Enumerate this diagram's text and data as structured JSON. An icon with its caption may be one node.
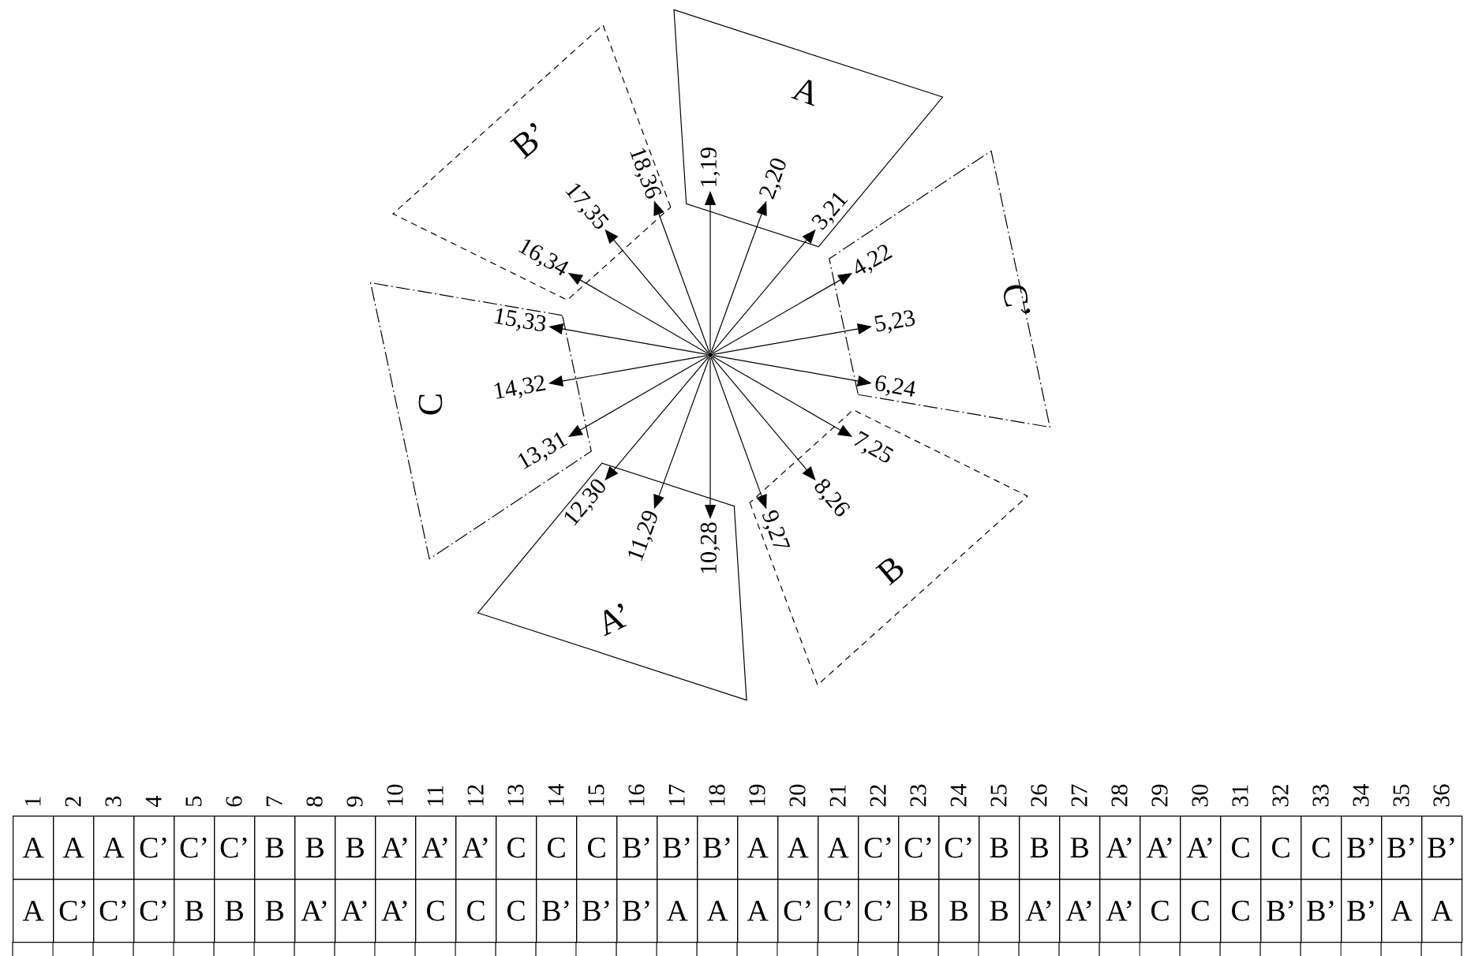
{
  "diagram": {
    "nodes": [
      {
        "text": [],
        "shape": "circle"
      },
      {
        "text": [
          "1,19"
        ],
        "in": 19
      },
      {
        "text": [
          "2,20"
        ],
        "in": 19
      },
      {
        "text": [
          "3,21"
        ],
        "in": 19
      },
      {
        "text": [
          "4,22"
        ],
        "in": 20
      },
      {
        "text": [
          "5,23"
        ],
        "in": 20
      },
      {
        "text": [
          "6,24"
        ],
        "in": 20
      },
      {
        "text": [
          "7,25"
        ],
        "in": 21
      },
      {
        "text": [
          "8,26"
        ],
        "in": 21
      },
      {
        "text": [
          "9,27"
        ],
        "in": 21
      },
      {
        "text": [
          "10,28"
        ],
        "in": 22
      },
      {
        "text": [
          "11,29"
        ],
        "in": 22
      },
      {
        "text": [
          "12,30"
        ],
        "in": 22
      },
      {
        "text": [
          "13,31"
        ],
        "in": 23
      },
      {
        "text": [
          "14,32"
        ],
        "in": 23
      },
      {
        "text": [
          "15,33"
        ],
        "in": 23
      },
      {
        "text": [
          "16,34"
        ],
        "in": 24
      },
      {
        "text": [
          "17,35"
        ],
        "in": 24
      },
      {
        "text": [
          "18,36"
        ],
        "in": 24
      },
      {
        "text": [
          "A"
        ]
      },
      {
        "text": [
          "C’"
        ]
      },
      {
        "text": [
          "B"
        ]
      },
      {
        "text": [
          "A’"
        ]
      },
      {
        "text": [
          "C"
        ]
      },
      {
        "text": [
          "B’"
        ]
      }
    ],
    "edges": [
      {
        "from": 0,
        "to": 1,
        "arrow": "to"
      },
      {
        "from": 0,
        "to": 2,
        "arrow": "to"
      },
      {
        "from": 0,
        "to": 3,
        "arrow": "to"
      },
      {
        "from": 0,
        "to": 4,
        "arrow": "to"
      },
      {
        "from": 0,
        "to": 5,
        "arrow": "to"
      },
      {
        "from": 0,
        "to": 6,
        "arrow": "to"
      },
      {
        "from": 0,
        "to": 7,
        "arrow": "to"
      },
      {
        "from": 0,
        "to": 8,
        "arrow": "to"
      },
      {
        "from": 0,
        "to": 9,
        "arrow": "to"
      },
      {
        "from": 0,
        "to": 10,
        "arrow": "to"
      },
      {
        "from": 0,
        "to": 11,
        "arrow": "to"
      },
      {
        "from": 0,
        "to": 12,
        "arrow": "to"
      },
      {
        "from": 0,
        "to": 13,
        "arrow": "to"
      },
      {
        "from": 0,
        "to": 14,
        "arrow": "to"
      },
      {
        "from": 0,
        "to": 15,
        "arrow": "to"
      },
      {
        "from": 0,
        "to": 16,
        "arrow": "to"
      },
      {
        "from": 0,
        "to": 17,
        "arrow": "to"
      },
      {
        "from": 0,
        "to": 18,
        "arrow": "to"
      }
    ],
    "labels": [
      "1",
      "2",
      "3",
      "4",
      "5",
      "6",
      "7",
      "8",
      "9",
      "10",
      "11",
      "12",
      "13",
      "14",
      "15",
      "16",
      "17",
      "18",
      "19",
      "20",
      "21",
      "22",
      "23",
      "24",
      "25",
      "26",
      "27",
      "28",
      "29",
      "30",
      "31",
      "32",
      "33",
      "34",
      "35",
      "36",
      "A",
      "A",
      "A",
      "C’",
      "C’",
      "C’",
      "B",
      "B",
      "B",
      "A’",
      "A’",
      "A’",
      "C",
      "C",
      "C",
      "B’",
      "B’",
      "B’",
      "A",
      "A",
      "A",
      "C’",
      "C’",
      "C’",
      "B",
      "B",
      "B",
      "A’",
      "A’",
      "A’",
      "C",
      "C",
      "C",
      "B’",
      "B’",
      "B’",
      "A",
      "C’",
      "C’",
      "C’",
      "B",
      "B",
      "B",
      "A’",
      "A’",
      "A’",
      "C",
      "C",
      "C",
      "B’",
      "B’",
      "B’",
      "A",
      "A",
      "A",
      "C’",
      "C’",
      "C’",
      "B",
      "B",
      "B",
      "A’",
      "A’",
      "A’",
      "C",
      "C",
      "C",
      "B’",
      "B’",
      "B’",
      "A",
      "A"
    ]
  }
}
